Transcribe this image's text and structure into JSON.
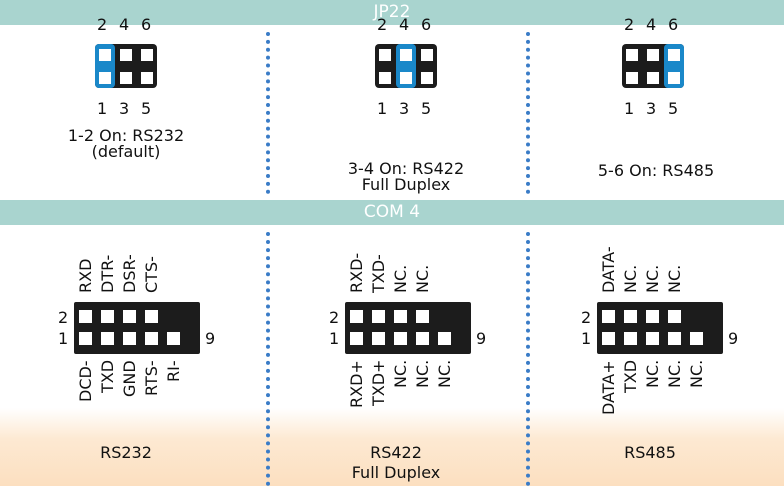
{
  "header_jp22": "JP22",
  "header_com4": "COM 4",
  "colors": {
    "band": "#a9d4cf",
    "pin_dark": "#1c1c1c",
    "pin_blue": "#1a88c9",
    "dots": "#3a7cc7",
    "fade": "#fde9d2"
  },
  "jumpers": [
    {
      "pin_top": [
        "2",
        "4",
        "6"
      ],
      "pin_bottom": [
        "1",
        "3",
        "5"
      ],
      "active_pair": 1,
      "caption": [
        "1-2 On: RS232",
        "(default)"
      ]
    },
    {
      "pin_top": [
        "2",
        "4",
        "6"
      ],
      "pin_bottom": [
        "1",
        "3",
        "5"
      ],
      "active_pair": 2,
      "caption": [
        "3-4 On: RS422",
        "Full Duplex"
      ]
    },
    {
      "pin_top": [
        "2",
        "4",
        "6"
      ],
      "pin_bottom": [
        "1",
        "3",
        "5"
      ],
      "active_pair": 3,
      "caption": [
        "5-6 On: RS485"
      ]
    }
  ],
  "connectors": [
    {
      "left_top": "2",
      "left_bottom": "1",
      "right": "9",
      "top_labels": [
        "RXD",
        "DTR-",
        "DSR-",
        "CTS-"
      ],
      "bottom_labels": [
        "DCD-",
        "TXD",
        "GND",
        "RTS-",
        "RI-"
      ],
      "caption": [
        "RS232"
      ]
    },
    {
      "left_top": "2",
      "left_bottom": "1",
      "right": "9",
      "top_labels": [
        "RXD-",
        "TXD-",
        "NC.",
        "NC."
      ],
      "bottom_labels": [
        "RXD+",
        "TXD+",
        "NC.",
        "NC.",
        "NC."
      ],
      "caption": [
        "RS422",
        "Full Duplex"
      ]
    },
    {
      "left_top": "2",
      "left_bottom": "1",
      "right": "9",
      "top_labels": [
        "DATA-",
        "NC.",
        "NC.",
        "NC."
      ],
      "bottom_labels": [
        "DATA+",
        "TXD",
        "NC.",
        "NC.",
        "NC."
      ],
      "caption": [
        "RS485"
      ]
    }
  ]
}
